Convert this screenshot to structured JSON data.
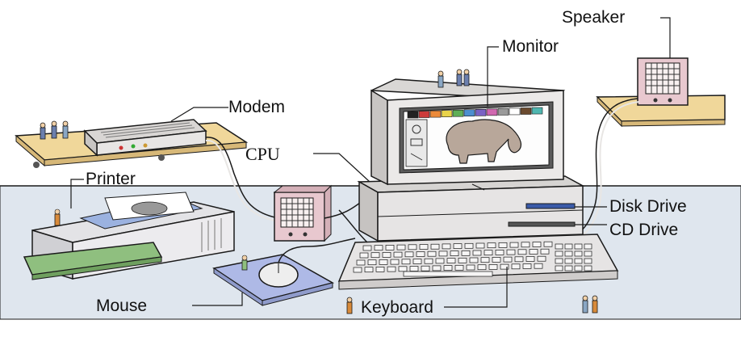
{
  "labels": {
    "speaker": "Speaker",
    "monitor": "Monitor",
    "modem": "Modem",
    "cpu": "CPU",
    "printer": "Printer",
    "disk_drive": "Disk Drive",
    "cd_drive": "CD Drive",
    "mouse": "Mouse",
    "keyboard": "Keyboard"
  },
  "colors": {
    "floor": "#dfe6ee",
    "shelf": "#f0d79a",
    "outline": "#1a1a1a",
    "device": "#e6e4e4",
    "speaker_box": "#e8c8cf",
    "mouse_pad": "#aeb9e6",
    "screen_bg": "#fdfdfd"
  },
  "palette_colors": [
    "#222222",
    "#cc3b3b",
    "#ec8a3a",
    "#e9d34a",
    "#5fae57",
    "#4d8fd0",
    "#7a62c4",
    "#d068b0",
    "#9a9a9a",
    "#ffffff",
    "#6b4a2e",
    "#4fb6b0"
  ]
}
